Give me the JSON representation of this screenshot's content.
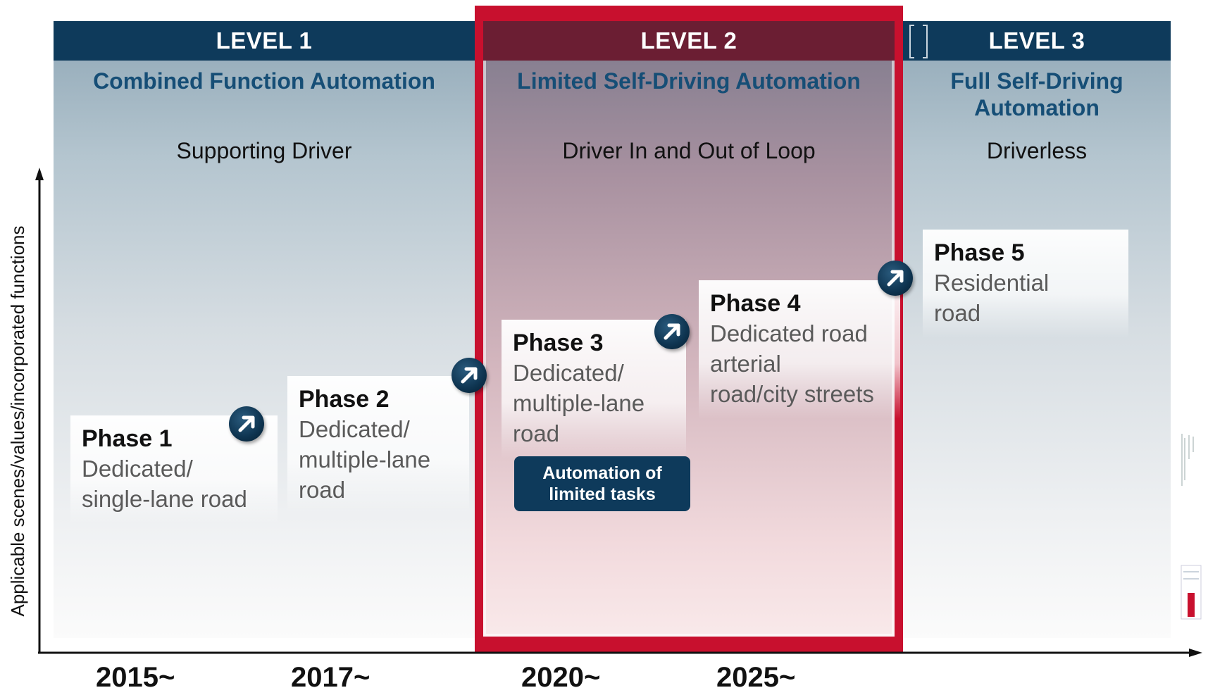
{
  "levels": [
    {
      "label": "LEVEL 1",
      "subtitle": "Combined Function Automation",
      "role": "Supporting Driver"
    },
    {
      "label": "LEVEL 2",
      "subtitle": "Limited Self-Driving Automation",
      "role": "Driver In and Out of Loop"
    },
    {
      "label": "LEVEL 3",
      "subtitle_line1": "Full Self-Driving",
      "subtitle_line2": "Automation",
      "role": "Driverless"
    }
  ],
  "phases": [
    {
      "title": "Phase 1",
      "lines": [
        "Dedicated/",
        "single-lane road"
      ]
    },
    {
      "title": "Phase 2",
      "lines": [
        "Dedicated/",
        "multiple-lane",
        "road"
      ]
    },
    {
      "title": "Phase 3",
      "lines": [
        "Dedicated/",
        "multiple-lane",
        "road"
      ]
    },
    {
      "title": "Phase 4",
      "lines": [
        "Dedicated road",
        "arterial",
        "road/city streets"
      ]
    },
    {
      "title": "Phase 5",
      "lines": [
        "Residential",
        "road"
      ]
    }
  ],
  "note": {
    "line1": "Automation of",
    "line2": "limited tasks"
  },
  "years": [
    "2015~",
    "2017~",
    "2020~",
    "2025~"
  ],
  "y_axis_label": "Applicable scenes/values/incorporated functions",
  "colors": {
    "level_bar": "#0e3a5b",
    "level2_frame": "#c8102e",
    "subtitle": "#164e76"
  },
  "arrow_icon": "circle-arrow-up-right-icon"
}
